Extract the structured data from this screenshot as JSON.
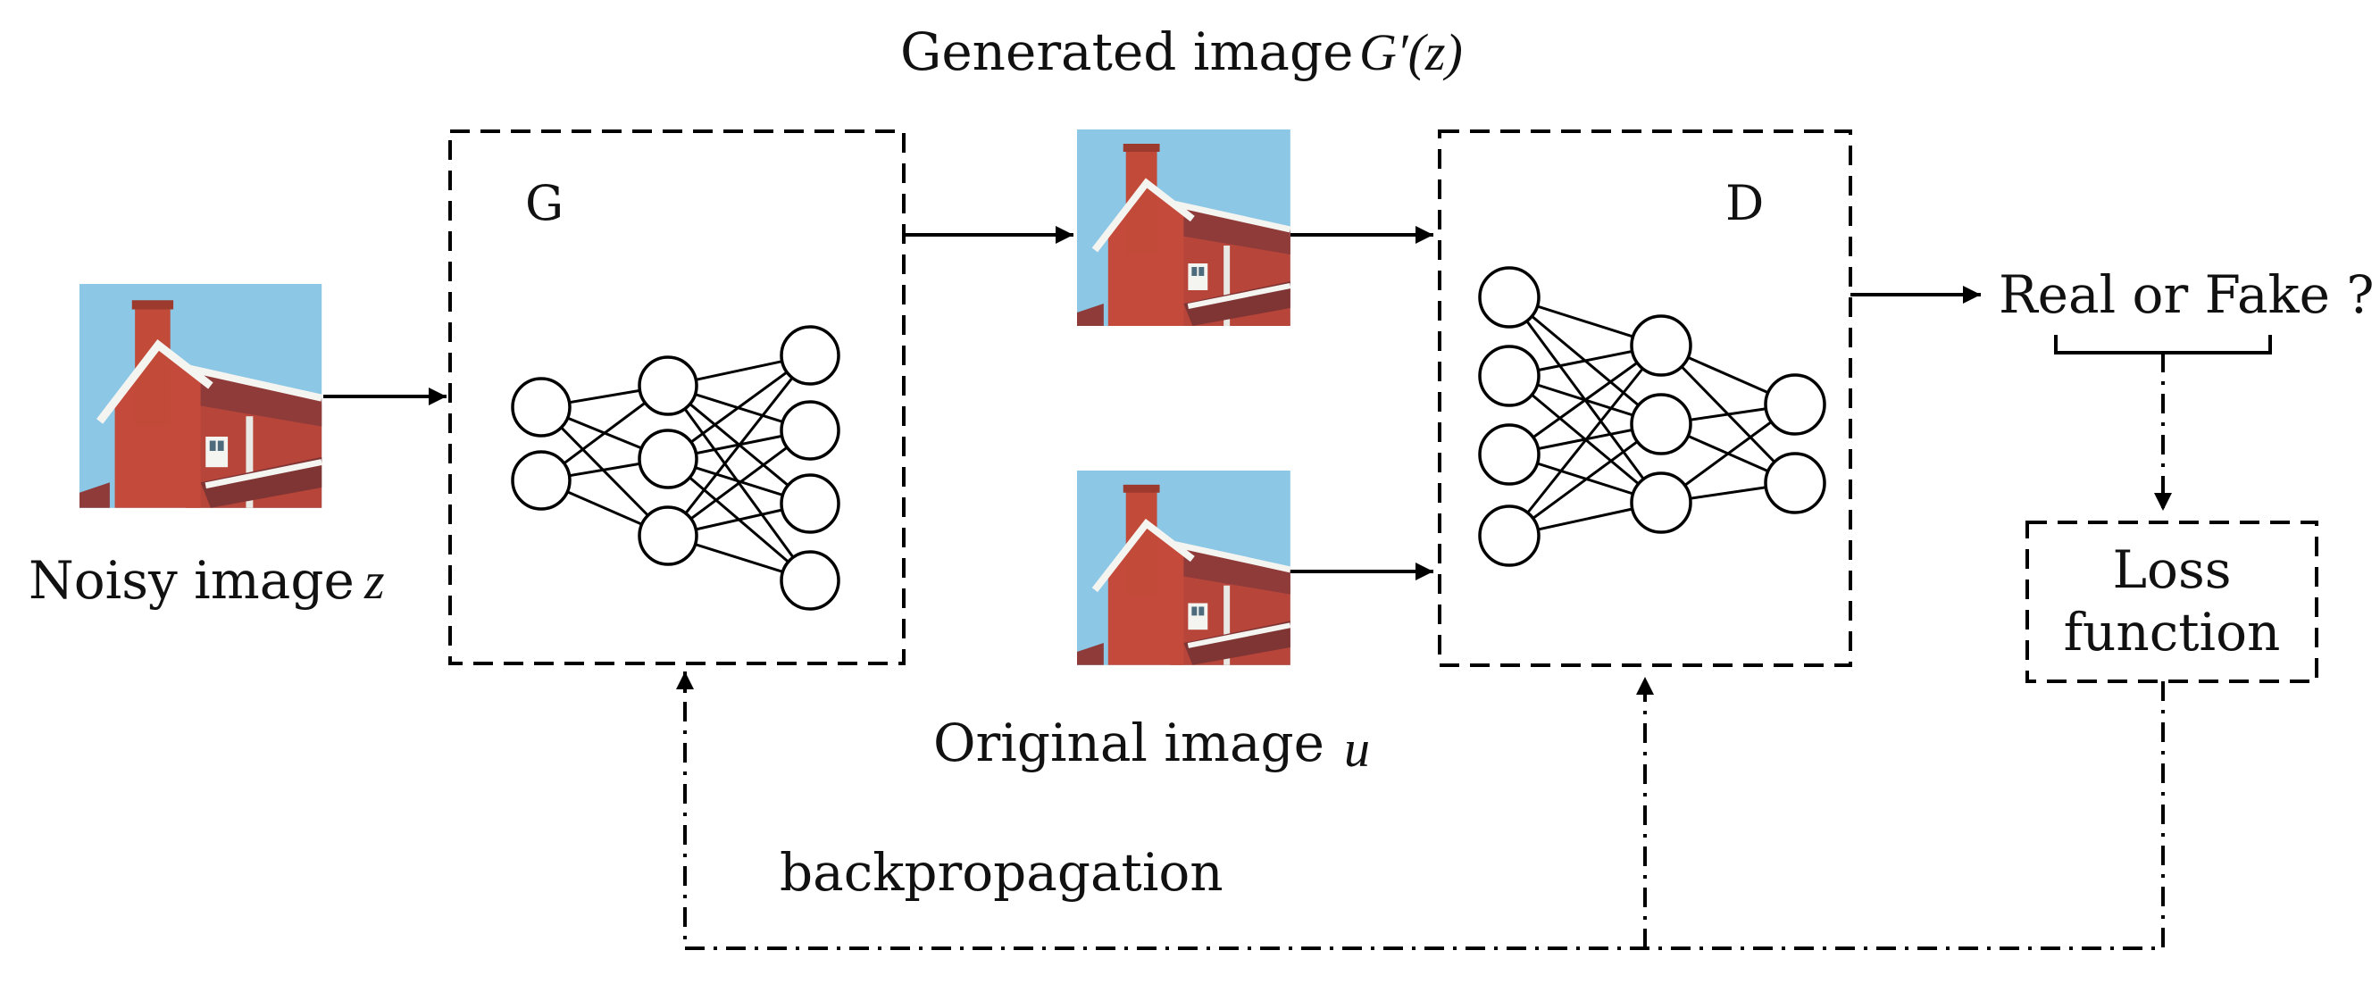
{
  "diagram": {
    "generated_label": "Generated image",
    "generated_math": "G′(z)",
    "generator_title": "G",
    "discriminator_title": "D",
    "noisy_label": "Noisy image",
    "noisy_math": "z",
    "original_label": "Original image",
    "original_math": "u",
    "output_label": "Real or Fake ?",
    "loss_line1": "Loss",
    "loss_line2": "function",
    "backprop_label": "backpropagation"
  },
  "colors": {
    "sky": "#8cc7e6",
    "brick": "#c44b3b",
    "roof": "#8e3b3a",
    "trim": "#f4f4f1"
  }
}
